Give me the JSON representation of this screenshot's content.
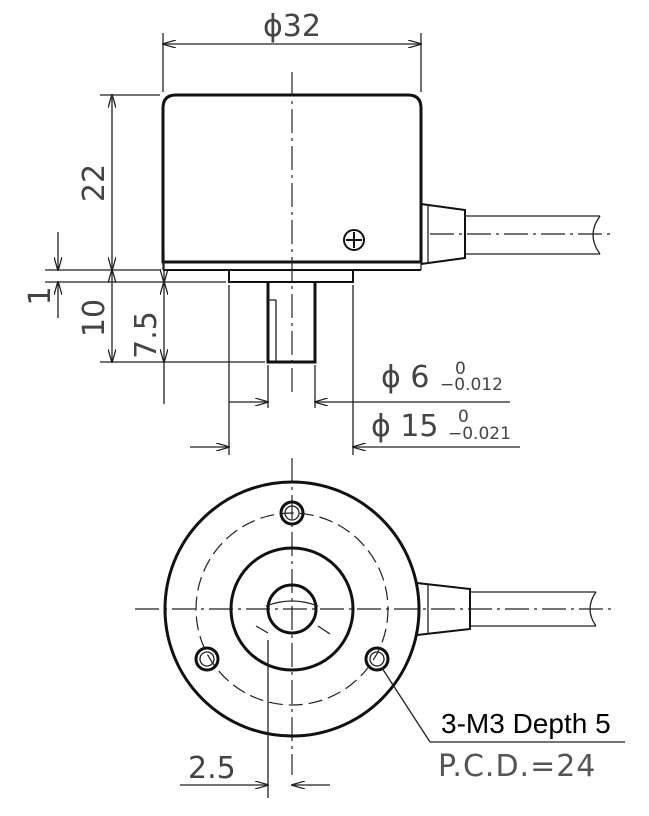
{
  "dimensions": {
    "body_diameter": "ϕ32",
    "body_height": "22",
    "flange_thickness": "1",
    "spigot_height": "10",
    "shaft_length": "7.5",
    "shaft_diameter": {
      "prefix": "ϕ 6",
      "upper": "0",
      "lower": "−0.012"
    },
    "spigot_diameter": {
      "prefix": "ϕ 15",
      "upper": "0",
      "lower": "−0.021"
    },
    "flat_offset": "2.5"
  },
  "notes": {
    "thread": "3-M3 Depth 5",
    "pcd": "P.C.D.=24"
  }
}
